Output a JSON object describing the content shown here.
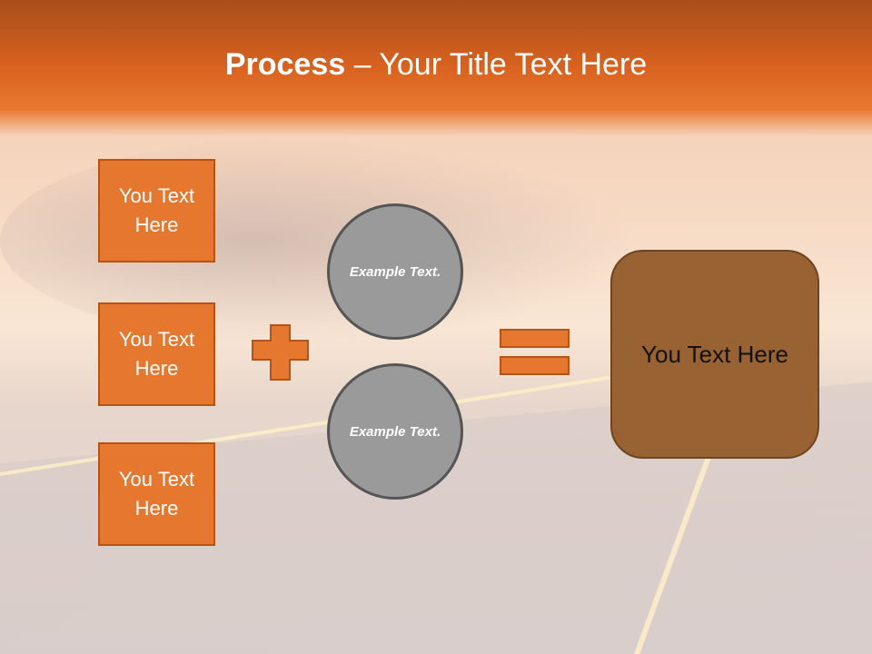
{
  "title": {
    "bold": "Process",
    "rest": " – Your Title Text Here"
  },
  "inputs": [
    "You Text Here",
    "You Text Here",
    "You Text Here"
  ],
  "circles": [
    "Example Text.",
    "Example Text."
  ],
  "result": "You Text Here",
  "colors": {
    "accent": "#e5772f",
    "accent_border": "#b65418",
    "circle": "#9a9a9a",
    "result": "#986232"
  }
}
